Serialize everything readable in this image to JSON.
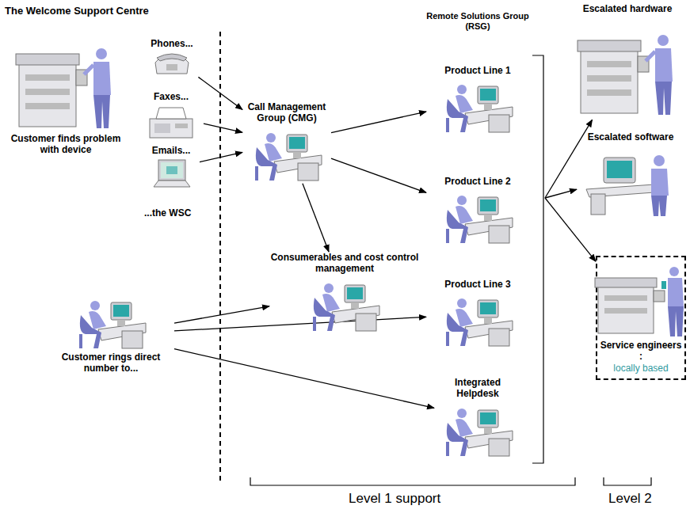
{
  "diagram": {
    "title": "The Welcome Support Centre",
    "nodes": [
      {
        "text": [
          "Customer finds problem with device"
        ]
      },
      {
        "text": [
          "Phones..."
        ]
      },
      {
        "text": [
          "Faxes..."
        ]
      },
      {
        "text": [
          "Emails..."
        ]
      },
      {
        "text": [
          "Call Management Group (CMG)"
        ]
      },
      {
        "text": [
          "Consumerables and cost control management"
        ]
      },
      {
        "text": [
          "Customer rings direct number to..."
        ]
      },
      {
        "text": [
          "Remote Solutions Group (RSG)"
        ]
      },
      {
        "text": [
          "Product Line 1"
        ],
        "in": 7
      },
      {
        "text": [
          "Product Line 2"
        ],
        "in": 7
      },
      {
        "text": [
          "Product Line 3"
        ],
        "in": 7
      },
      {
        "text": [
          "Integrated Helpdesk"
        ],
        "in": 7
      },
      {
        "text": [
          "Escalated hardware"
        ]
      },
      {
        "text": [
          "Escalated software"
        ]
      },
      {
        "text": [
          "Service engineers :",
          "locally based"
        ]
      }
    ],
    "edges": [
      {
        "from": 1,
        "to": 4,
        "arrow": "to"
      },
      {
        "from": 2,
        "to": 4,
        "arrow": "to"
      },
      {
        "from": 3,
        "to": 4,
        "arrow": "to"
      },
      {
        "from": 4,
        "to": 8,
        "arrow": "to"
      },
      {
        "from": 4,
        "to": 9,
        "arrow": "to"
      },
      {
        "from": 4,
        "to": 5,
        "arrow": "to"
      },
      {
        "from": 6,
        "to": 5,
        "arrow": "to"
      },
      {
        "from": 6,
        "to": 10,
        "arrow": "to"
      },
      {
        "from": 6,
        "to": 11,
        "arrow": "to"
      },
      {
        "from": 7,
        "to": 12,
        "arrow": "to"
      },
      {
        "from": 7,
        "to": 13,
        "arrow": "to"
      },
      {
        "from": 7,
        "to": 14,
        "arrow": "to"
      }
    ],
    "labels": [
      "...the WSC",
      "Level 1 support",
      "Level 2"
    ]
  }
}
